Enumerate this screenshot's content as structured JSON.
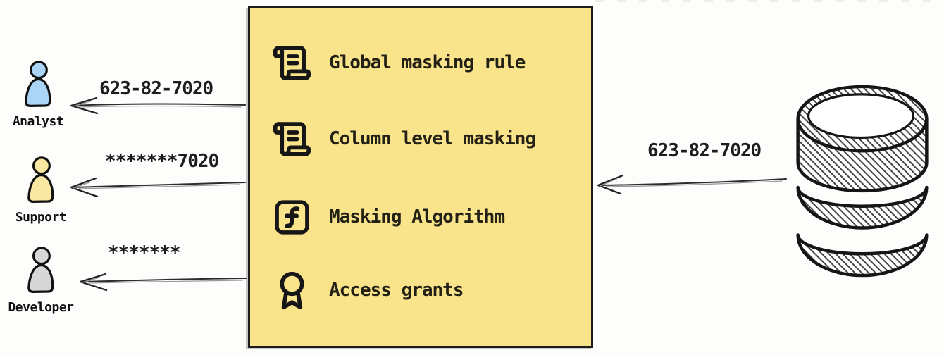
{
  "canvas": {
    "background": "#fdfdfc"
  },
  "personas": [
    {
      "name": "Analyst",
      "received_value": "623-82-7020",
      "fill": "#abd5f6"
    },
    {
      "name": "Support",
      "received_value": "*******7020",
      "fill": "#f9e8a2"
    },
    {
      "name": "Developer",
      "received_value": "*******",
      "fill": "#d7d7d7"
    }
  ],
  "masking_box": {
    "background": "#fae48b",
    "border_color": "#1c1c1c",
    "items": [
      {
        "icon": "scroll-icon",
        "label": "Global masking rule"
      },
      {
        "icon": "scroll-icon",
        "label": "Column level masking"
      },
      {
        "icon": "function-square-icon",
        "label": "Masking Algorithm"
      },
      {
        "icon": "award-icon",
        "label": "Access grants"
      }
    ]
  },
  "database": {
    "icon": "database-icon",
    "source_value": "623-82-7020"
  }
}
